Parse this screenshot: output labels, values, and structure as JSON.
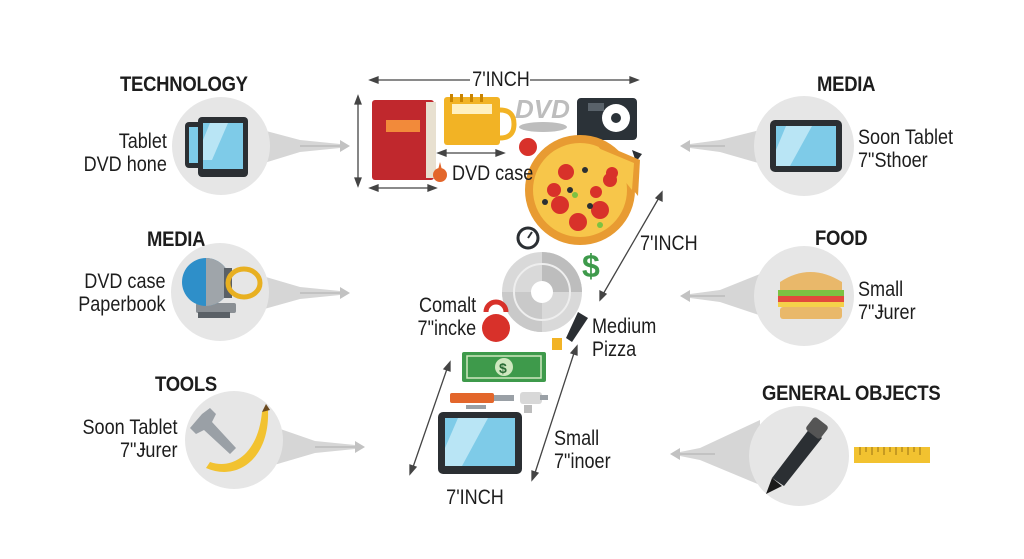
{
  "left_column": [
    {
      "header": "TECHNOLOGY",
      "lines": [
        "Tablet",
        "DVD hone"
      ],
      "icon": "tablets-icon"
    },
    {
      "header": "MEDIA",
      "lines": [
        "DVD case",
        "Paperbook"
      ],
      "icon": "projector-icon"
    },
    {
      "header": "TOOLS",
      "lines": [
        "Soon Tablet",
        "7\"Ɉurer"
      ],
      "icon": "wrench-banana-icon"
    }
  ],
  "right_column": [
    {
      "header": "MEDIA",
      "lines": [
        "Soon Tablet",
        "7\"Sthoer"
      ],
      "icon": "tablet-icon"
    },
    {
      "header": "FOOD",
      "lines": [
        "Small",
        "7\"Ɉurer"
      ],
      "icon": "sandwich-icon"
    },
    {
      "header": "GENERAL OBJECTS",
      "lines": [],
      "icon": "pen-icon"
    }
  ],
  "center": {
    "top_dimension": "7'INCH",
    "dvd_case_label": "DVD case",
    "diagonal_dimension": "7'INCH",
    "comalt_lines": [
      "Comalt",
      "7\"incke"
    ],
    "medium_pizza_lines": [
      "Medium",
      "Pizza"
    ],
    "small_lines": [
      "Small",
      "7\"inoer"
    ],
    "bottom_dimension": "7'INCH",
    "dvd_logo": "DVD"
  },
  "colors": {
    "circle": "#e6e6e6",
    "arrow": "#c8c8c8",
    "pizza": "#f2a93b",
    "book": "#c0282d",
    "cash": "#3e9a4b",
    "tablet": "#2b2f33",
    "screen": "#7ecbe8"
  }
}
